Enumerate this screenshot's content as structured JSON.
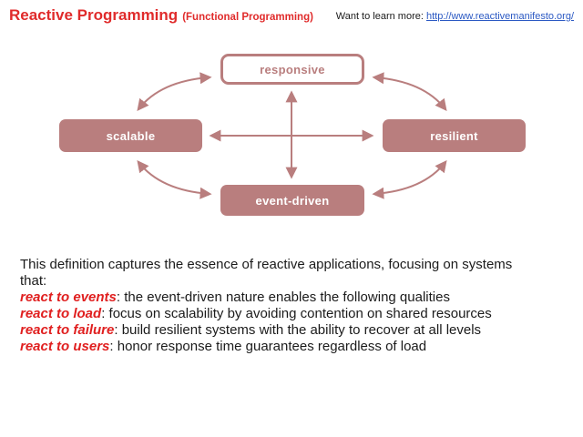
{
  "header": {
    "title": "Reactive Programming",
    "subtitle": "(Functional Programming)",
    "learn_more_label": "Want to learn more:",
    "learn_more_url": "http://www.reactivemanifesto.org/"
  },
  "diagram": {
    "nodes": [
      {
        "id": "responsive",
        "label": "responsive",
        "style": "outline"
      },
      {
        "id": "scalable",
        "label": "scalable",
        "style": "filled"
      },
      {
        "id": "resilient",
        "label": "resilient",
        "style": "filled"
      },
      {
        "id": "event-driven",
        "label": "event-driven",
        "style": "filled"
      }
    ],
    "connections": [
      "scalable <-> responsive",
      "responsive <-> resilient",
      "scalable <-> event-driven",
      "event-driven <-> resilient",
      "scalable <-> resilient",
      "responsive <-> event-driven"
    ]
  },
  "definition": {
    "intro_lines": [
      "This definition captures the essence of reactive applications, focusing on systems",
      "that:"
    ],
    "bullets": [
      {
        "term": "react to events",
        "rest": ": the event-driven nature enables the following qualities"
      },
      {
        "term": "react to load",
        "rest": ": focus on scalability by avoiding contention on shared resources"
      },
      {
        "term": "react to failure",
        "rest": ": build resilient systems with the ability to recover at all levels"
      },
      {
        "term": "react to users",
        "rest": ": honor response time guarantees regardless of load"
      }
    ]
  },
  "colors": {
    "title_red": "#e02b2b",
    "body_red": "#e01f1f",
    "rose": "#b97e7e",
    "link_blue": "#2b59c3",
    "text": "#1b1b1b",
    "background": "#ffffff"
  }
}
